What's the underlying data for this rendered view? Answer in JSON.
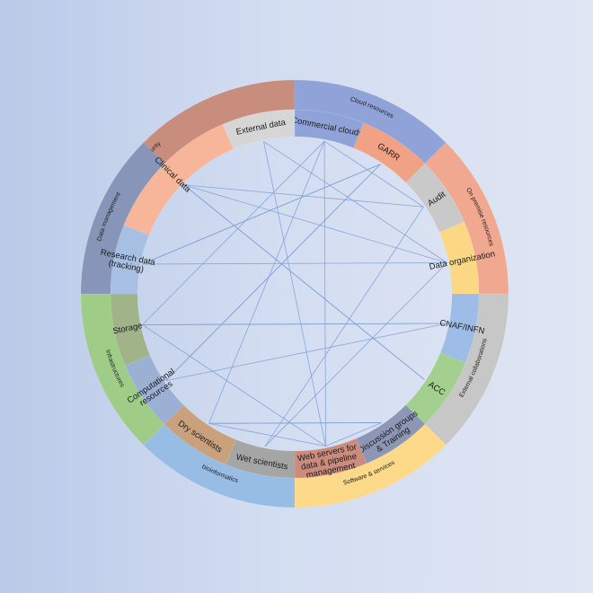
{
  "diagram": {
    "groups": [
      {
        "id": "security",
        "label": "Security",
        "color": "#c88d7d",
        "start": 270,
        "end": 360
      },
      {
        "id": "cloud",
        "label": "Cloud resources",
        "color": "#8fa3d8",
        "start": 0,
        "end": 45
      },
      {
        "id": "onprem",
        "label": "On premise resources",
        "color": "#f0a890",
        "start": 45,
        "end": 90
      },
      {
        "id": "external",
        "label": "External collaborations",
        "color": "#c7c7c7",
        "start": 90,
        "end": 135
      },
      {
        "id": "software",
        "label": "Software & services",
        "color": "#fdd98a",
        "start": 135,
        "end": 180
      },
      {
        "id": "bioinformatics",
        "label": "bioinformatics",
        "color": "#98bde4",
        "start": 180,
        "end": 225
      },
      {
        "id": "infrastructures",
        "label": "Infrastructures",
        "color": "#9fcd88",
        "start": 225,
        "end": 270
      },
      {
        "id": "datamgmt",
        "label": "Data management",
        "color": "#8795b8",
        "start": 270,
        "end": 315
      }
    ],
    "nodes": [
      {
        "id": "commercial",
        "label": [
          "Commercial clouds"
        ],
        "color": "#8fa3d8",
        "start": 0,
        "end": 22
      },
      {
        "id": "garr",
        "label": [
          "GARR"
        ],
        "color": "#f2a284",
        "start": 22,
        "end": 45
      },
      {
        "id": "audit",
        "label": [
          "Audit"
        ],
        "color": "#c9c9c9",
        "start": 45,
        "end": 67
      },
      {
        "id": "dataorg",
        "label": [
          "Data organization"
        ],
        "color": "#fcd784",
        "start": 67,
        "end": 90
      },
      {
        "id": "cnaf",
        "label": [
          "CNAF/INFN"
        ],
        "color": "#9ebde6",
        "start": 90,
        "end": 112
      },
      {
        "id": "acc",
        "label": [
          "ACC"
        ],
        "color": "#a3d08e",
        "start": 112,
        "end": 135
      },
      {
        "id": "discussion",
        "label": [
          "Discussion groups",
          "& Training"
        ],
        "color": "#8d97b5",
        "start": 135,
        "end": 157
      },
      {
        "id": "webservers",
        "label": [
          "Web servers for",
          "data & pipeline",
          "management"
        ],
        "color": "#cc8c7d",
        "start": 157,
        "end": 180
      },
      {
        "id": "wet",
        "label": [
          "Wet scientists"
        ],
        "color": "#a5a5a5",
        "start": 180,
        "end": 202
      },
      {
        "id": "dry",
        "label": [
          "Dry scientists"
        ],
        "color": "#c9a27d",
        "start": 202,
        "end": 225
      },
      {
        "id": "computational",
        "label": [
          "Computational",
          "resources"
        ],
        "color": "#9bb0d3",
        "start": 225,
        "end": 247
      },
      {
        "id": "storage",
        "label": [
          "Storage"
        ],
        "color": "#a1b489",
        "start": 247,
        "end": 270
      },
      {
        "id": "research",
        "label": [
          "Research data",
          "(tracking)"
        ],
        "color": "#a8bfe4",
        "start": 270,
        "end": 292
      },
      {
        "id": "clinical",
        "label": [
          "Clinical data"
        ],
        "color": "#f7b69a",
        "start": 292,
        "end": 337
      },
      {
        "id": "externaldata",
        "label": [
          "External data"
        ],
        "color": "#d6d6d6",
        "start": 337,
        "end": 360
      }
    ],
    "links": [
      [
        "externaldata",
        "dataorg"
      ],
      [
        "externaldata",
        "webservers"
      ],
      [
        "commercial",
        "storage"
      ],
      [
        "commercial",
        "dry"
      ],
      [
        "commercial",
        "audit"
      ],
      [
        "commercial",
        "webservers"
      ],
      [
        "garr",
        "computational"
      ],
      [
        "garr",
        "research"
      ],
      [
        "clinical",
        "audit"
      ],
      [
        "clinical",
        "acc"
      ],
      [
        "clinical",
        "dataorg"
      ],
      [
        "research",
        "dataorg"
      ],
      [
        "research",
        "garr"
      ],
      [
        "storage",
        "cnaf"
      ],
      [
        "storage",
        "webservers"
      ],
      [
        "computational",
        "cnaf"
      ],
      [
        "computational",
        "garr"
      ],
      [
        "dry",
        "webservers"
      ],
      [
        "dry",
        "discussion"
      ],
      [
        "wet",
        "audit"
      ],
      [
        "wet",
        "dataorg"
      ],
      [
        "webservers",
        "discussion"
      ],
      [
        "discussion",
        "dry"
      ],
      [
        "acc",
        "clinical"
      ],
      [
        "cnaf",
        "storage"
      ]
    ]
  }
}
